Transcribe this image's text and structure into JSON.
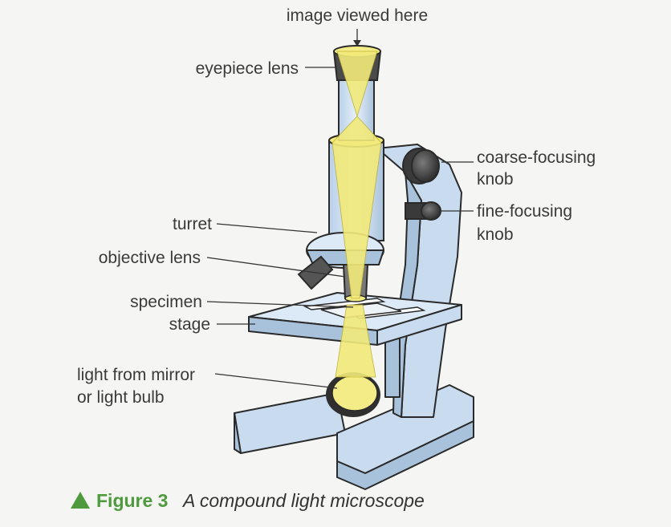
{
  "labels": {
    "image_viewed": "image viewed here",
    "eyepiece": "eyepiece lens",
    "coarse_1": "coarse-focusing",
    "coarse_2": "knob",
    "fine_1": "fine-focusing",
    "fine_2": "knob",
    "turret": "turret",
    "objective": "objective lens",
    "specimen": "specimen",
    "stage": "stage",
    "light_1": "light from mirror",
    "light_2": "or light bulb"
  },
  "caption": {
    "figure": "Figure 3",
    "text": "A compound light microscope"
  },
  "colors": {
    "accent": "#4e9a3c",
    "body": "#c9dcef",
    "light_beam": "#f2ea7a"
  },
  "icons": {
    "caption_marker": "triangle-up-icon",
    "pointer": "arrow-down-icon"
  }
}
